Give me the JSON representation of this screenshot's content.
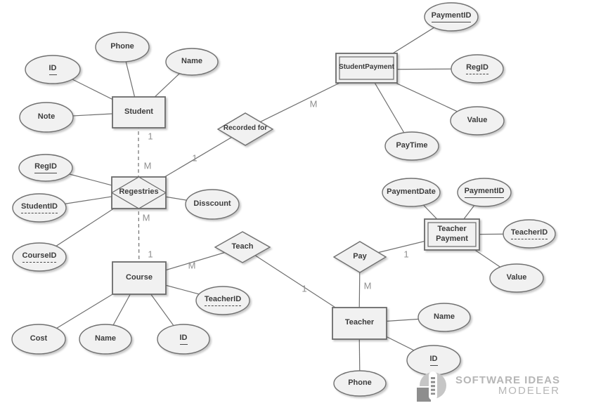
{
  "entities": [
    {
      "label": "Student",
      "type": "strong"
    },
    {
      "label": "Regestries",
      "type": "associative"
    },
    {
      "label": "Course",
      "type": "strong"
    },
    {
      "label": "StudentPayment",
      "type": "weak"
    },
    {
      "label": "Teacher Payment",
      "type": "weak"
    },
    {
      "label": "Teacher",
      "type": "strong"
    }
  ],
  "relationships": [
    {
      "label": "Recorded for"
    },
    {
      "label": "Teach"
    },
    {
      "label": "Pay"
    }
  ],
  "attributes": [
    {
      "label": "ID",
      "entity": "Student",
      "underline": "solid"
    },
    {
      "label": "Phone",
      "entity": "Student",
      "underline": "none"
    },
    {
      "label": "Name",
      "entity": "Student",
      "underline": "none"
    },
    {
      "label": "Note",
      "entity": "Student",
      "underline": "none"
    },
    {
      "label": "RegID",
      "entity": "Regestries",
      "underline": "solid"
    },
    {
      "label": "StudentID",
      "entity": "Regestries",
      "underline": "dashed"
    },
    {
      "label": "CourseID",
      "entity": "Regestries",
      "underline": "dashed"
    },
    {
      "label": "Disscount",
      "entity": "Regestries",
      "underline": "none"
    },
    {
      "label": "TeacherID",
      "entity": "Course",
      "underline": "dashed"
    },
    {
      "label": "Cost",
      "entity": "Course",
      "underline": "none"
    },
    {
      "label": "Name",
      "entity": "Course",
      "underline": "none"
    },
    {
      "label": "ID",
      "entity": "Course",
      "underline": "solid"
    },
    {
      "label": "PaymentID",
      "entity": "StudentPayment",
      "underline": "solid"
    },
    {
      "label": "RegID",
      "entity": "StudentPayment",
      "underline": "dashed"
    },
    {
      "label": "Value",
      "entity": "StudentPayment",
      "underline": "none"
    },
    {
      "label": "PayTime",
      "entity": "StudentPayment",
      "underline": "none"
    },
    {
      "label": "PaymentDate",
      "entity": "Teacher Payment",
      "underline": "none"
    },
    {
      "label": "PaymentID",
      "entity": "Teacher Payment",
      "underline": "solid"
    },
    {
      "label": "TeacherID",
      "entity": "Teacher Payment",
      "underline": "dashed"
    },
    {
      "label": "Value",
      "entity": "Teacher Payment",
      "underline": "none"
    },
    {
      "label": "Name",
      "entity": "Teacher",
      "underline": "none"
    },
    {
      "label": "ID",
      "entity": "Teacher",
      "underline": "solid"
    },
    {
      "label": "Phone",
      "entity": "Teacher",
      "underline": "none"
    }
  ],
  "cardinalities": [
    {
      "label": "1"
    },
    {
      "label": "M"
    },
    {
      "label": "1"
    },
    {
      "label": "M"
    },
    {
      "label": "M"
    },
    {
      "label": "1"
    },
    {
      "label": "M"
    },
    {
      "label": "1"
    },
    {
      "label": "M"
    },
    {
      "label": "1"
    }
  ],
  "watermark": {
    "brand": "SOFTWARE IDEAS",
    "product": "MODELER"
  },
  "colors": {
    "shape_fill": "#f1f1f1",
    "shape_stroke": "#6f6f6f",
    "shape_text": "#3c3c3c",
    "connector": "#6f6f6f",
    "cardinality_text": "#8f8f8f",
    "watermark_text": "#b6b6b6"
  }
}
